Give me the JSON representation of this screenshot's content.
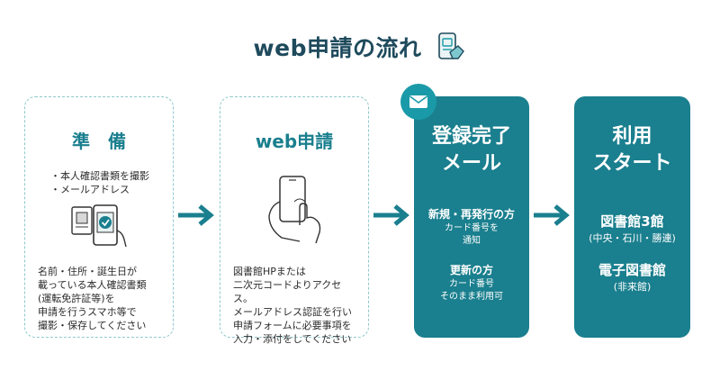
{
  "title": "web申請の流れ",
  "icons": {
    "title": "phone-hand-icon",
    "card1": "id-document-phone-icon",
    "card2": "hand-phone-touch-icon",
    "badge": "mail-icon",
    "arrow": "arrow-right-icon"
  },
  "colors": {
    "primary": "#1a7f8e",
    "title": "#1e4a5c",
    "dashed_border": "#8fc8cc"
  },
  "cards": [
    {
      "heading": "準　備",
      "bullets": [
        "本人確認書類を撮影",
        "メールアドレス"
      ],
      "body": [
        "名前・住所・誕生日が",
        "載っている本人確認書類",
        "(運転免許証等)を",
        "申請を行うスマホ等で",
        "撮影・保存してください"
      ]
    },
    {
      "heading": "web申請",
      "body": [
        "図書館HPまたは",
        "二次元コードよりアクセス。",
        "メールアドレス認証を行い",
        "申請フォームに必要事項を",
        "入力・添付をしてください"
      ]
    },
    {
      "heading_line1": "登録完了",
      "heading_line2": "メール",
      "sections": [
        {
          "title": "新規・再発行の方",
          "desc_line1": "カード番号を",
          "desc_line2": "通知"
        },
        {
          "title": "更新の方",
          "desc_line1": "カード番号",
          "desc_line2": "そのまま利用可"
        }
      ]
    },
    {
      "heading_line1": "利用",
      "heading_line2": "スタート",
      "sections": [
        {
          "title": "図書館3館",
          "desc": "(中央・石川・勝連)"
        },
        {
          "title": "電子図書館",
          "desc": "(非来館)"
        }
      ]
    }
  ]
}
